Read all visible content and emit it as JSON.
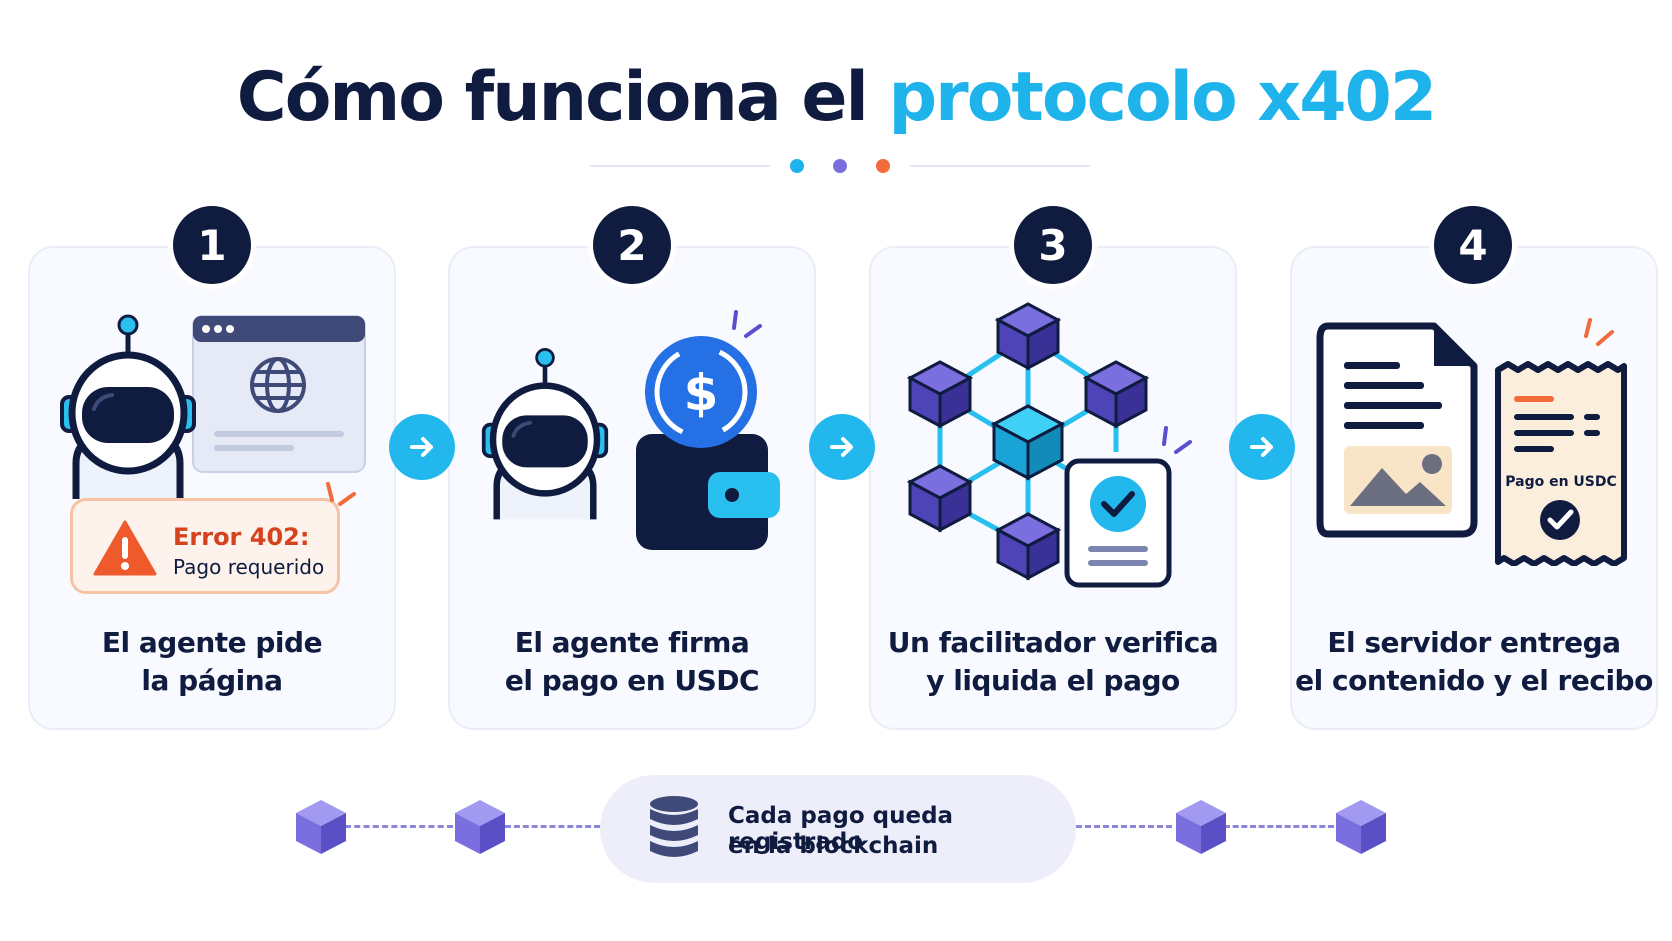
{
  "header": {
    "title_part1": "Cómo funciona el",
    "title_part2": "protocolo x402",
    "dot_colors": [
      "#1fb3ec",
      "#7b6fe0",
      "#f26b3a"
    ]
  },
  "steps": [
    {
      "number": "1",
      "caption_line1": "El agente pide",
      "caption_line2": "la página"
    },
    {
      "number": "2",
      "caption_line1": "El agente firma",
      "caption_line2": "el pago en USDC"
    },
    {
      "number": "3",
      "caption_line1": "Un facilitador verifica",
      "caption_line2": "y liquida el pago"
    },
    {
      "number": "4",
      "caption_line1": "El servidor entrega",
      "caption_line2": "el contenido y el recibo"
    }
  ],
  "error": {
    "title": "Error 402:",
    "subtitle": "Pago requerido"
  },
  "receipt": {
    "label": "Pago en USDC"
  },
  "footer": {
    "line1": "Cada pago queda registrado",
    "line2": "en la blockchain"
  },
  "colors": {
    "navy": "#0f1c3f",
    "accent": "#1fb3ec",
    "purple": "#6f66d4",
    "orange": "#f26b3a"
  },
  "icons": [
    "robot-icon",
    "browser-icon",
    "globe-icon",
    "warning-icon",
    "usdc-coin-icon",
    "wallet-icon",
    "blockchain-network-icon",
    "check-document-icon",
    "document-icon",
    "image-icon",
    "receipt-icon",
    "check-icon",
    "arrow-right-icon",
    "database-icon",
    "cube-icon"
  ]
}
